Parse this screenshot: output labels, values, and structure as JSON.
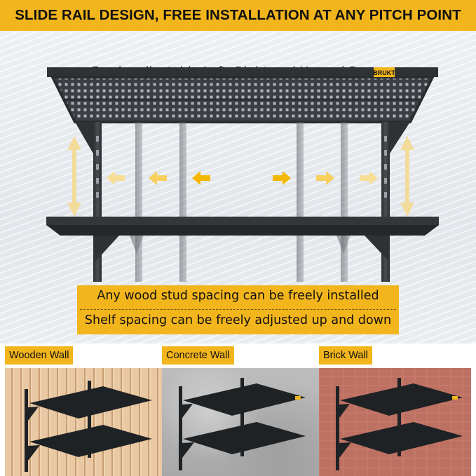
{
  "header": {
    "title": "SLIDE RAIL DESIGN, FREE INSTALLATION AT ANY PITCH POINT"
  },
  "hero": {
    "subtitle": "Freely adjustable Left, Right and Up and Down",
    "brand_label": "BRUKT",
    "info_lines": [
      "Any wood stud spacing can be freely installed",
      "Shelf spacing can be freely adjusted up and down"
    ]
  },
  "panels": [
    {
      "label": "Wooden Wall"
    },
    {
      "label": "Concrete Wall"
    },
    {
      "label": "Brick Wall"
    }
  ],
  "colors": {
    "accent": "#f2b51c",
    "shelf_dark": "#3a3d40",
    "arrow_yellow": "#f5b800"
  }
}
